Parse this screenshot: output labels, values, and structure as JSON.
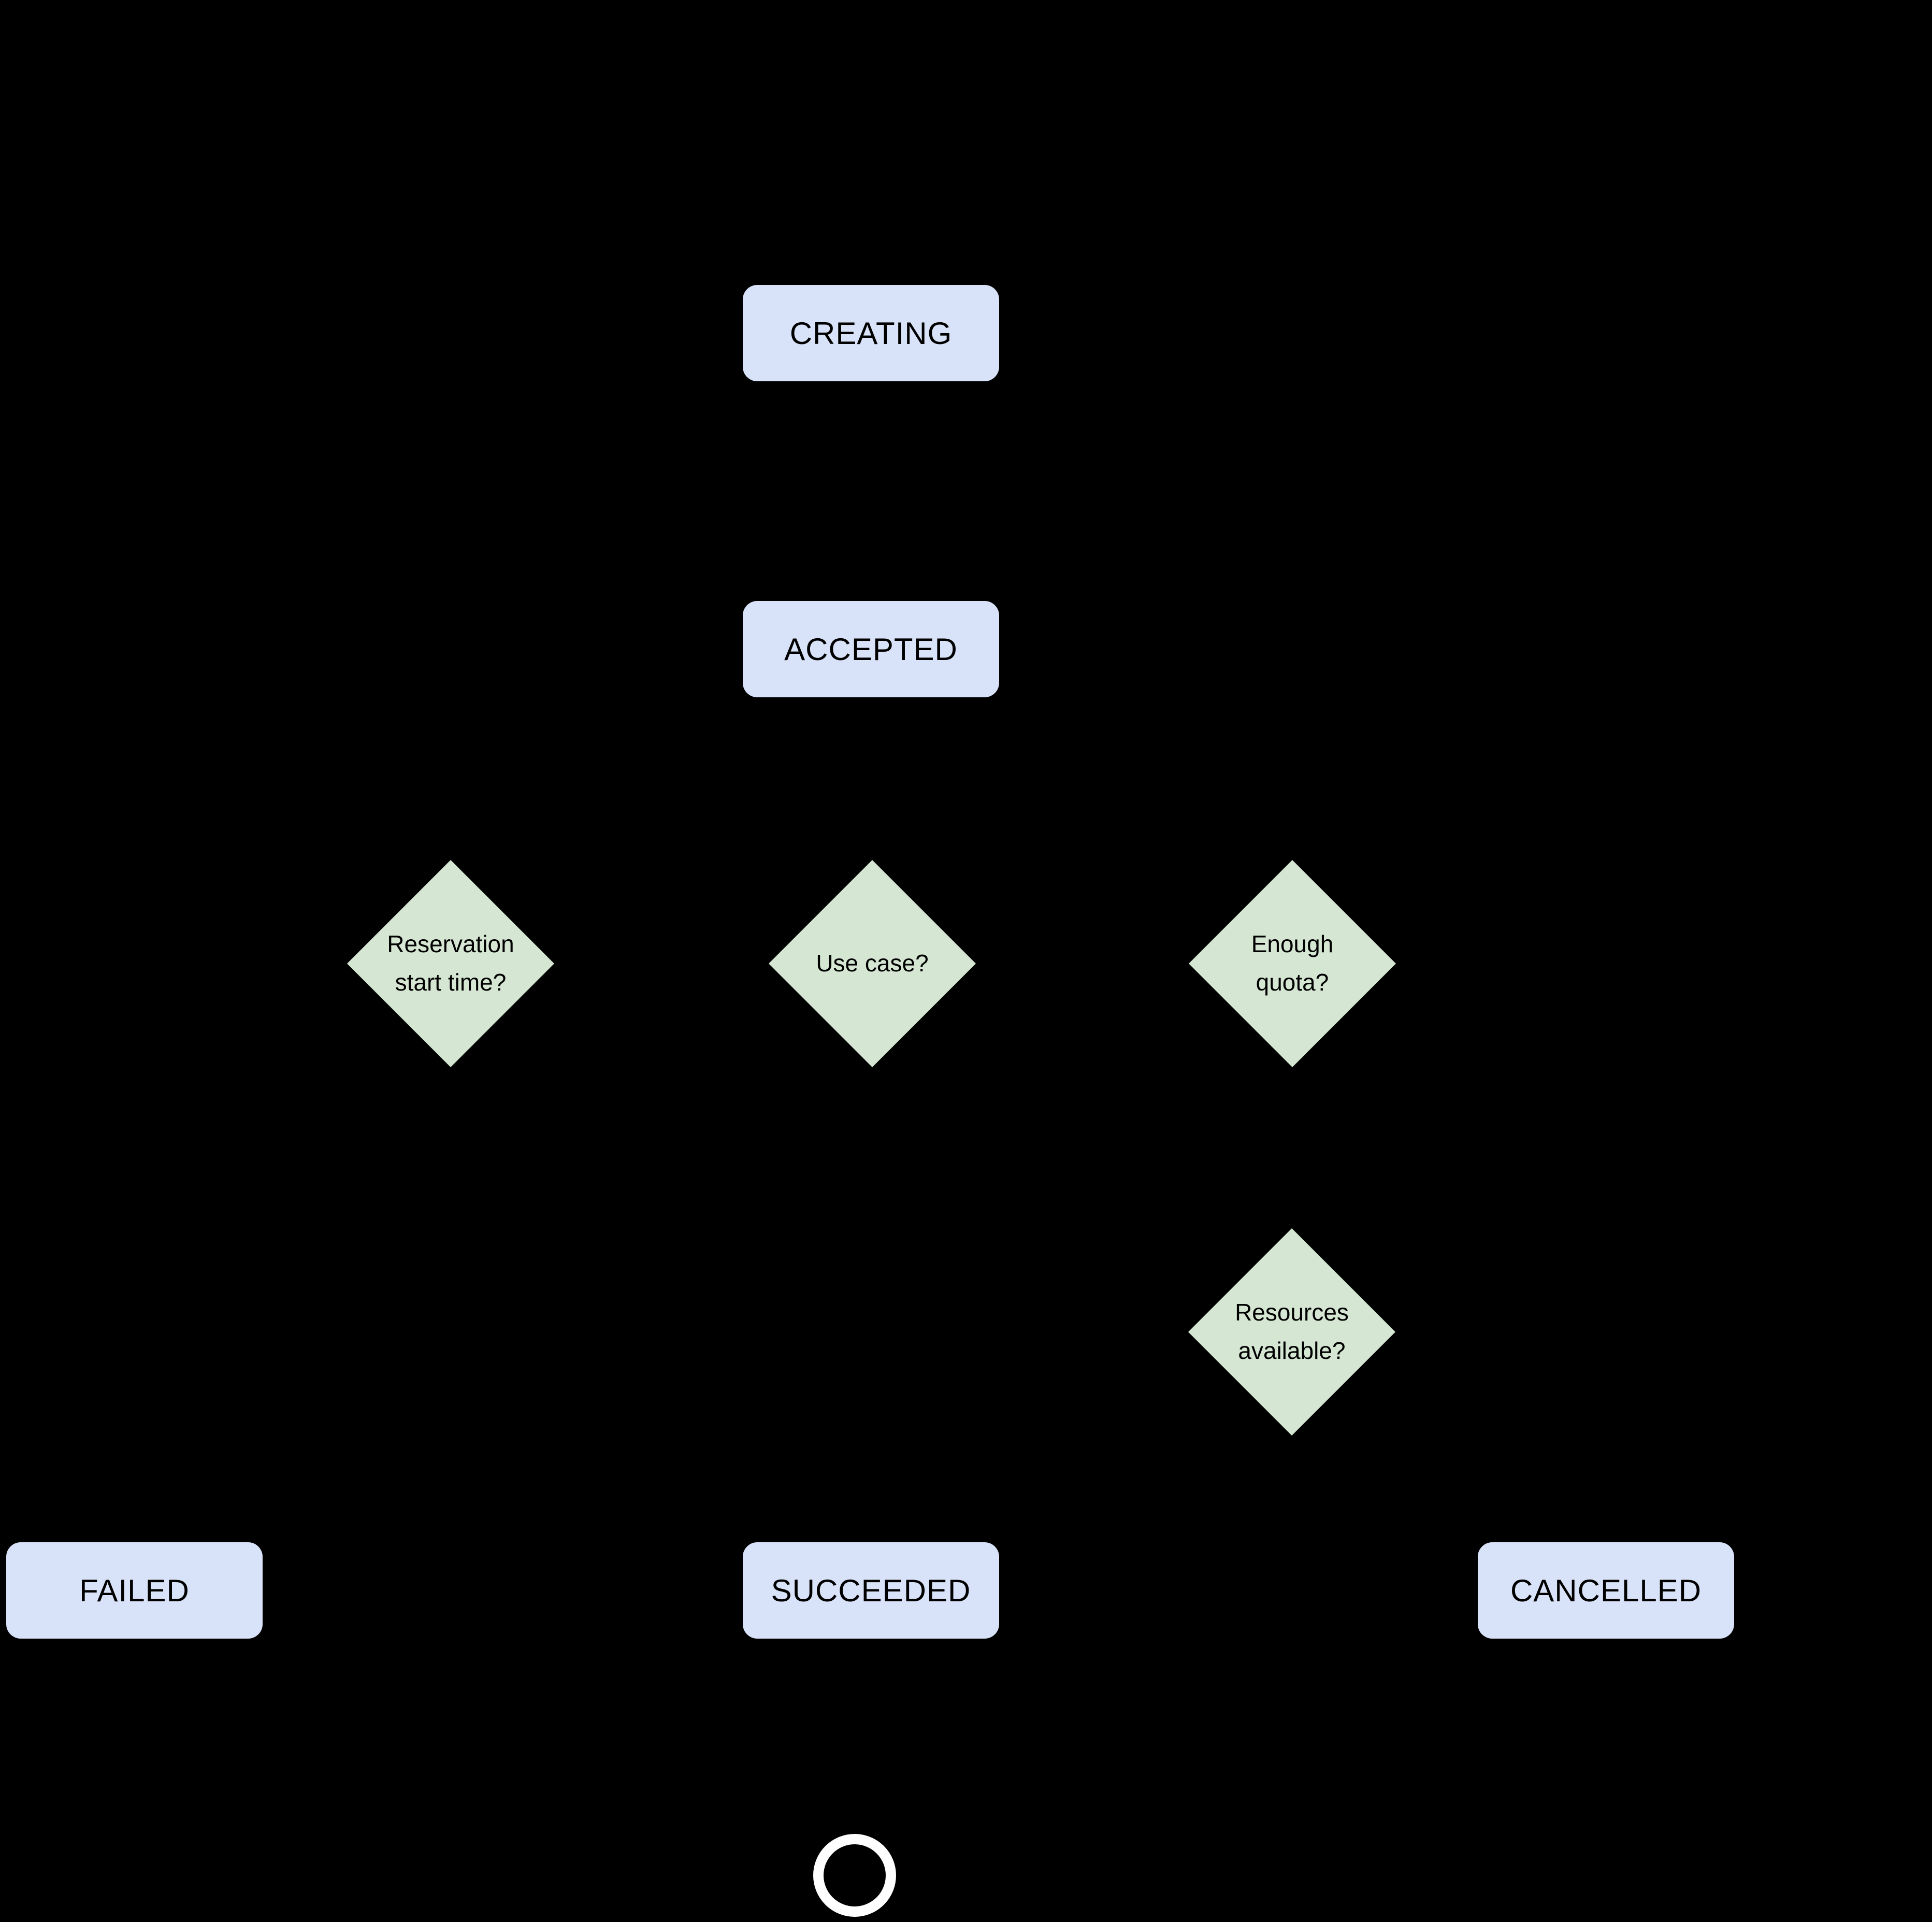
{
  "canvas": {
    "background": "#000000"
  },
  "colors": {
    "state_fill": "#d8e2f8",
    "decision_fill": "#d5e7d3",
    "label_text": "#000000",
    "terminator_ring": "#ffffff"
  },
  "diagram": {
    "type": "state-flowchart",
    "states": [
      {
        "id": "creating",
        "label": "CREATING"
      },
      {
        "id": "accepted",
        "label": "ACCEPTED"
      },
      {
        "id": "failed",
        "label": "FAILED"
      },
      {
        "id": "succeeded",
        "label": "SUCCEEDED"
      },
      {
        "id": "cancelled",
        "label": "CANCELLED"
      }
    ],
    "decisions": [
      {
        "id": "reservation-start-time",
        "line1": "Reservation",
        "line2": "start time?"
      },
      {
        "id": "use-case",
        "line1": "Use case?"
      },
      {
        "id": "enough-quota",
        "line1": "Enough",
        "line2": "quota?"
      },
      {
        "id": "resources-available",
        "line1": "Resources",
        "line2": "available?"
      }
    ],
    "terminator": {
      "id": "end",
      "shape": "ring"
    }
  }
}
